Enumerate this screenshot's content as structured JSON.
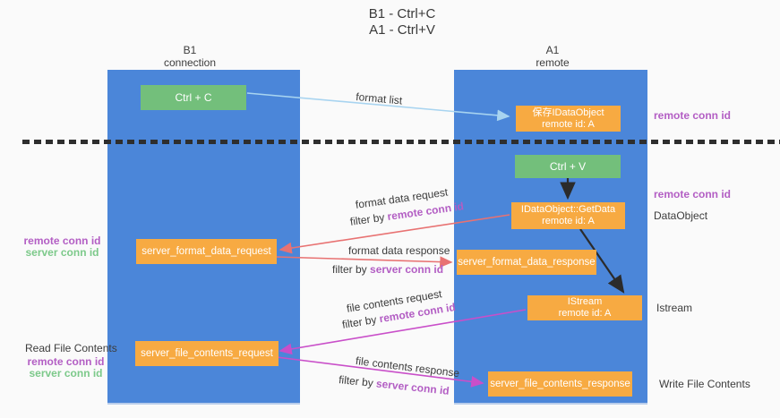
{
  "colors": {
    "column_blue": "#4b86d9",
    "box_green": "#73bf7b",
    "box_orange": "#f7aa42",
    "arrow_red": "#e87272",
    "arrow_magenta": "#c94fc9",
    "arrow_lightblue": "#a8d4f0",
    "text_purple": "#b35ec4",
    "text_green": "#7cc98a",
    "text_dark": "#3c3c3c"
  },
  "title": {
    "line1": "B1 - Ctrl+C",
    "line2": "A1 - Ctrl+V"
  },
  "columns": {
    "left": {
      "header": {
        "line1": "B1",
        "line2": "connection"
      }
    },
    "right": {
      "header": {
        "line1": "A1",
        "line2": "remote"
      }
    }
  },
  "nodes": {
    "ctrl_c": {
      "label": "Ctrl + C"
    },
    "save_idataobject": {
      "line1": "保存IDataObject",
      "line2": "remote id: A"
    },
    "ctrl_v": {
      "label": "Ctrl + V"
    },
    "getdata": {
      "line1": "IDataObject::GetData",
      "line2": "remote id: A"
    },
    "format_request": {
      "label": "server_format_data_request"
    },
    "format_response": {
      "label": "server_format_data_response"
    },
    "istream": {
      "line1": "IStream",
      "line2": "remote id: A"
    },
    "file_request": {
      "label": "server_file_contents_request"
    },
    "file_response": {
      "label": "server_file_contents_response"
    }
  },
  "flow_labels": {
    "format_list": "format list",
    "format_data_request": "format data request",
    "format_data_request_filter": {
      "prefix": "filter by ",
      "id": "remote conn id"
    },
    "format_data_response": "format data response",
    "format_data_response_filter": {
      "prefix": "filter by ",
      "id": "server conn id"
    },
    "file_contents_request": "file contents request",
    "file_contents_request_filter": {
      "prefix": "filter by ",
      "id": "remote conn id"
    },
    "file_contents_response": "file contents response",
    "file_contents_response_filter": {
      "prefix": "filter by ",
      "id": "server conn id"
    }
  },
  "annotations": {
    "right_top_remote_conn_id": "remote conn id",
    "right_mid_remote_conn_id": "remote conn id",
    "dataobject": "DataObject",
    "istream": "Istream",
    "write_file_contents": "Write File Contents",
    "left_remote_conn_id": "remote conn id",
    "left_server_conn_id": "server conn id",
    "read_file_contents": "Read File Contents",
    "left_bottom_remote_conn_id": "remote conn id",
    "left_bottom_server_conn_id": "server conn id"
  }
}
